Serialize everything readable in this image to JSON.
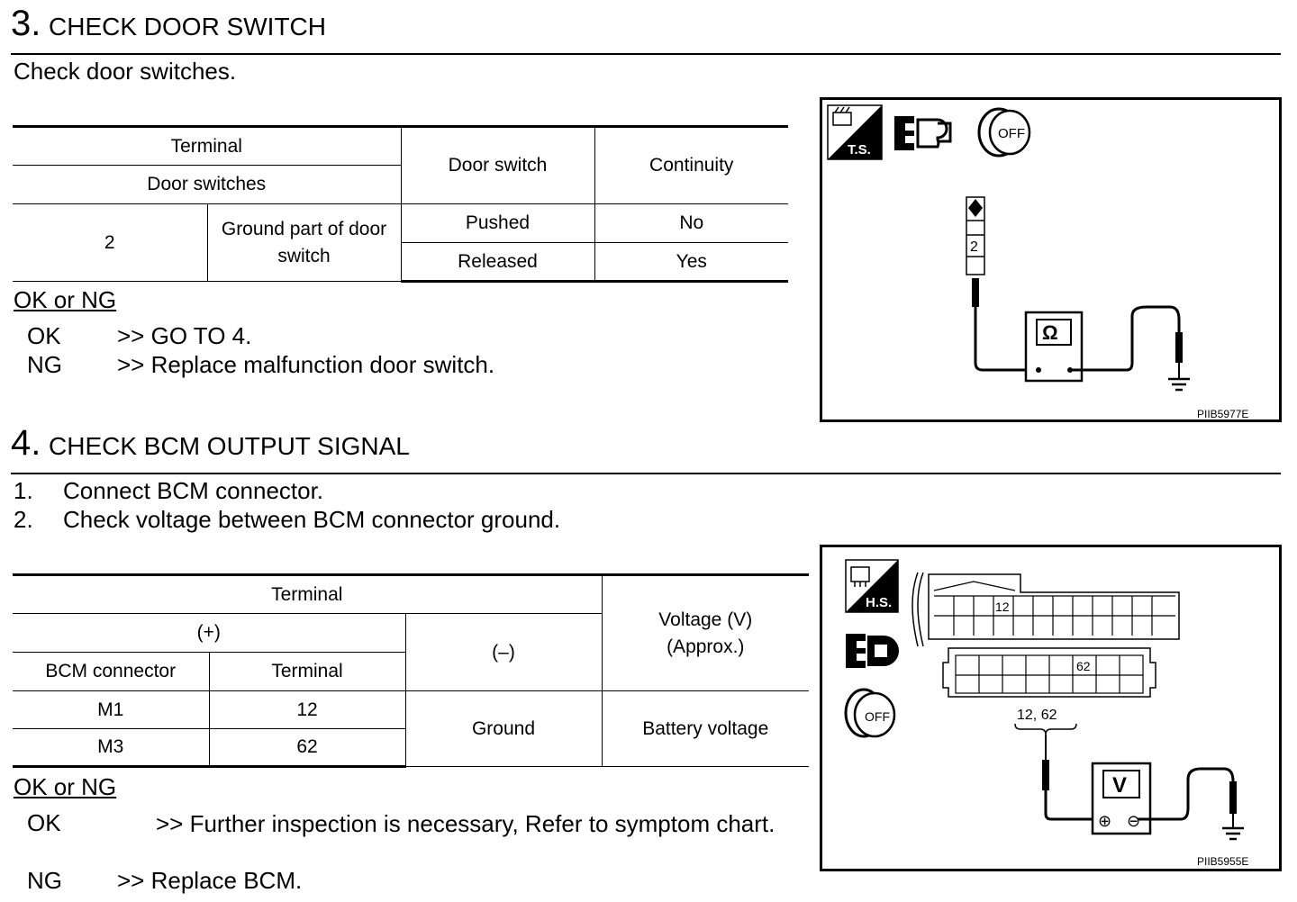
{
  "step3": {
    "number": "3.",
    "title": "CHECK DOOR SWITCH",
    "intro": "Check door switches.",
    "table": {
      "h_terminal": "Terminal",
      "h_door_switches": "Door switches",
      "h_door_switch": "Door switch",
      "h_continuity": "Continuity",
      "terminal_no": "2",
      "ground_part": "Ground part of door switch",
      "rows": [
        {
          "state": "Pushed",
          "continuity": "No"
        },
        {
          "state": "Released",
          "continuity": "Yes"
        }
      ]
    },
    "result_heading": "OK or NG",
    "results": [
      {
        "key": "OK",
        "value": ">> GO TO 4."
      },
      {
        "key": "NG",
        "value": ">> Replace malfunction door switch."
      }
    ],
    "figure": {
      "code": "PIIB5977E",
      "icon_ts_label": "T.S.",
      "icon_off_label": "OFF",
      "connector_terminal": "2",
      "meter_symbol": "Ω"
    }
  },
  "step4": {
    "number": "4.",
    "title": "CHECK BCM OUTPUT SIGNAL",
    "steps": [
      {
        "num": "1.",
        "text": "Connect BCM connector."
      },
      {
        "num": "2.",
        "text": "Check voltage between BCM connector ground."
      }
    ],
    "table": {
      "h_terminal": "Terminal",
      "h_plus": "(+)",
      "h_minus": "(–)",
      "h_voltage": "Voltage (V) (Approx.)",
      "h_bcm_connector": "BCM connector",
      "h_terminal2": "Terminal",
      "rows": [
        {
          "connector": "M1",
          "terminal": "12"
        },
        {
          "connector": "M3",
          "terminal": "62"
        }
      ],
      "ground": "Ground",
      "voltage": "Battery voltage"
    },
    "result_heading": "OK or NG",
    "results": [
      {
        "key": "OK",
        "value": ">> Further inspection is necessary, Refer to symptom chart."
      },
      {
        "key": "NG",
        "value": ">> Replace BCM."
      }
    ],
    "figure": {
      "code": "PIIB5955E",
      "icon_hs_label": "H.S.",
      "icon_off_label": "OFF",
      "pin_12": "12",
      "pin_62": "62",
      "probe_label": "12, 62",
      "meter_symbol": "V",
      "plus_symbol": "⊕",
      "minus_symbol": "⊖"
    }
  }
}
